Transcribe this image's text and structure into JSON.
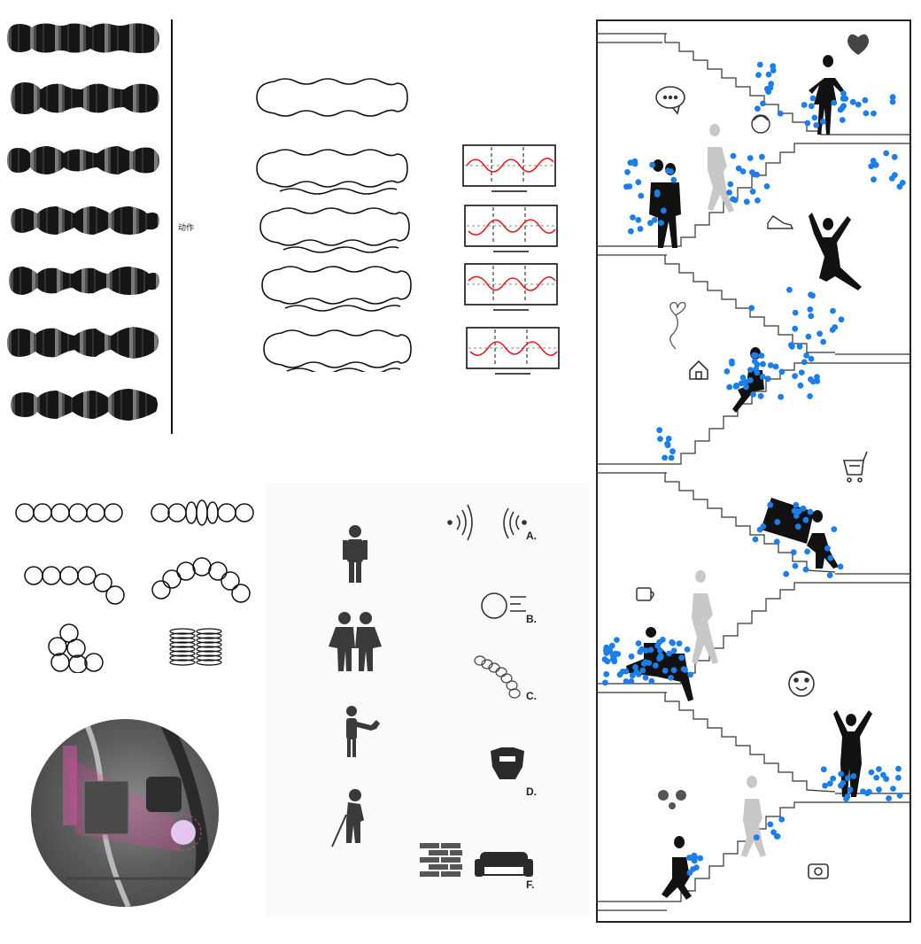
{
  "annotation": {
    "motion_label": "动作"
  },
  "option_labels": [
    "A.",
    "B.",
    "C.",
    "D.",
    "F."
  ],
  "colors": {
    "ball_blue": "#1e7ee6",
    "wave_red": "#e02020",
    "photo_magenta": "#e040a0",
    "ink": "#111111"
  },
  "icons": [
    "heart-icon",
    "speech-bubble-icon",
    "face-icon",
    "sneaker-icon",
    "balloon-icon",
    "house-icon",
    "shopping-cart-icon",
    "coffee-cup-icon",
    "smiley-face-icon",
    "camera-icon",
    "sound-waves-icon",
    "ball-motion-icon",
    "spring-coil-icon",
    "transformer-logo-icon",
    "brick-wall-icon",
    "sofa-icon"
  ]
}
